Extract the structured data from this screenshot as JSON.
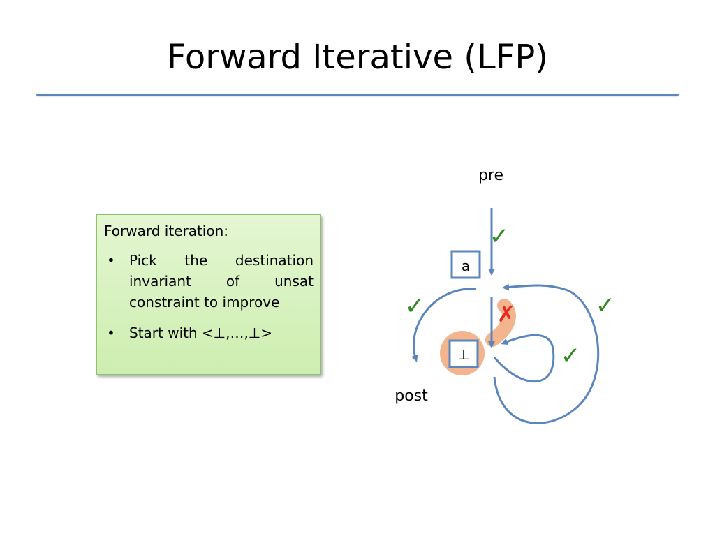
{
  "slide": {
    "title": "Forward Iterative (LFP)"
  },
  "note": {
    "heading": "Forward iteration:",
    "bullets": [
      {
        "marker": "•",
        "text": "Pick the destination invariant of unsat constraint to improve"
      },
      {
        "marker": "•",
        "text": "Start with <⊥,…,⊥>"
      }
    ]
  },
  "diagram": {
    "pre_label": "pre",
    "post_label": "post",
    "node_a": "a",
    "node_bottom": "⊥",
    "check_mark": "✓",
    "cross_mark": "✗"
  },
  "colors": {
    "accent_blue": "#5b86bd",
    "check_green": "#2e8b22",
    "cross_red": "#e8281c",
    "highlight_orange": "#f3b58e",
    "note_border": "#8fc06a"
  }
}
